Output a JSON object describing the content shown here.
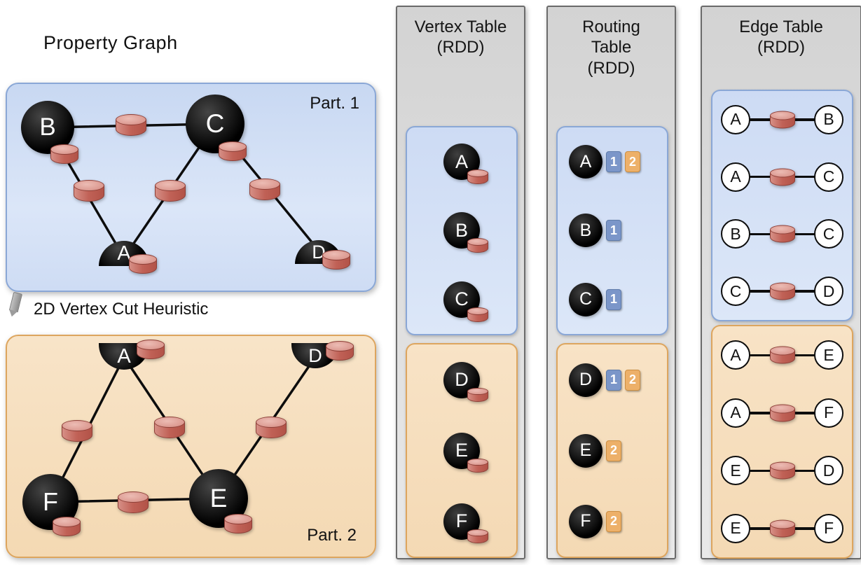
{
  "colors": {
    "partition1_fill": "#d3e0f5",
    "partition1_border": "#8aa7d6",
    "partition2_fill": "#f6ddbc",
    "partition2_border": "#dda55e",
    "column_fill": "#dedede",
    "column_border": "#6b6b6b",
    "cylinder_body": "#c06156",
    "cylinder_top": "#d58b82",
    "badge_blue": "#7b96c9",
    "badge_orange": "#edb069",
    "vertex_fill": "#000000",
    "edge_color": "#0d0d0d"
  },
  "property_graph": {
    "title": "Property Graph",
    "heuristic_label": "2D Vertex Cut Heuristic",
    "part1": {
      "label": "Part. 1",
      "vertices": [
        {
          "label": "B"
        },
        {
          "label": "C"
        },
        {
          "label": "A"
        },
        {
          "label": "D"
        }
      ],
      "edges": [
        [
          "B",
          "C"
        ],
        [
          "B",
          "A"
        ],
        [
          "C",
          "A"
        ],
        [
          "C",
          "D"
        ]
      ]
    },
    "part2": {
      "label": "Part. 2",
      "vertices": [
        {
          "label": "A"
        },
        {
          "label": "D"
        },
        {
          "label": "F"
        },
        {
          "label": "E"
        }
      ],
      "edges": [
        [
          "A",
          "F"
        ],
        [
          "A",
          "E"
        ],
        [
          "D",
          "E"
        ],
        [
          "F",
          "E"
        ]
      ]
    }
  },
  "vertex_table": {
    "title": "Vertex Table\n(RDD)",
    "part1_rows": [
      {
        "vertex": "A"
      },
      {
        "vertex": "B"
      },
      {
        "vertex": "C"
      }
    ],
    "part2_rows": [
      {
        "vertex": "D"
      },
      {
        "vertex": "E"
      },
      {
        "vertex": "F"
      }
    ]
  },
  "routing_table": {
    "title": "Routing\nTable\n(RDD)",
    "part1_rows": [
      {
        "vertex": "A",
        "badges": [
          "1",
          "2"
        ]
      },
      {
        "vertex": "B",
        "badges": [
          "1"
        ]
      },
      {
        "vertex": "C",
        "badges": [
          "1"
        ]
      }
    ],
    "part2_rows": [
      {
        "vertex": "D",
        "badges": [
          "1",
          "2"
        ]
      },
      {
        "vertex": "E",
        "badges": [
          "2"
        ]
      },
      {
        "vertex": "F",
        "badges": [
          "2"
        ]
      }
    ]
  },
  "edge_table": {
    "title": "Edge Table\n(RDD)",
    "part1_rows": [
      {
        "src": "A",
        "dst": "B"
      },
      {
        "src": "A",
        "dst": "C"
      },
      {
        "src": "B",
        "dst": "C"
      },
      {
        "src": "C",
        "dst": "D"
      }
    ],
    "part2_rows": [
      {
        "src": "A",
        "dst": "E"
      },
      {
        "src": "A",
        "dst": "F"
      },
      {
        "src": "E",
        "dst": "D"
      },
      {
        "src": "E",
        "dst": "F"
      }
    ]
  }
}
